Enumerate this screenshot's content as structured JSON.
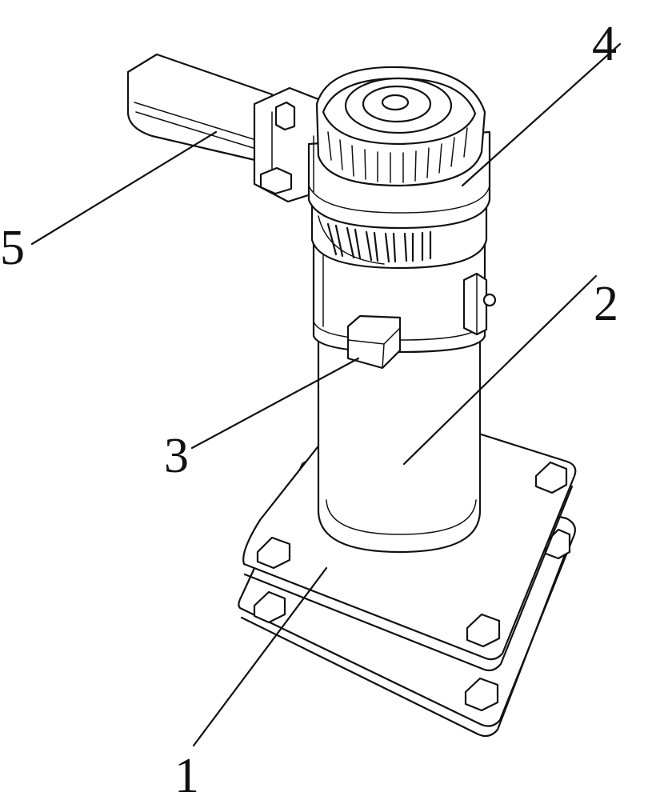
{
  "labels": {
    "base": "1",
    "body": "2",
    "switch": "3",
    "head": "4",
    "handle": "5"
  }
}
